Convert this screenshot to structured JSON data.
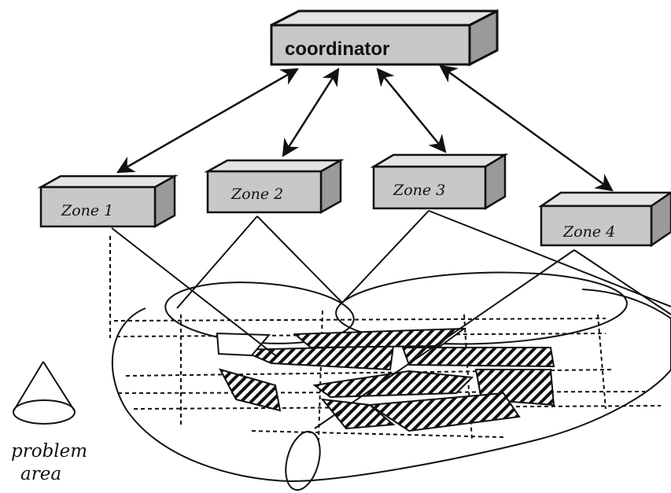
{
  "coordinator": {
    "label": "coordinator"
  },
  "zones": [
    {
      "label": "Zone 1"
    },
    {
      "label": "Zone 2"
    },
    {
      "label": "Zone 3"
    },
    {
      "label": "Zone 4"
    }
  ],
  "legend": {
    "line1": "problem",
    "line2": "area"
  },
  "colors": {
    "box_front": "#c8c8c8",
    "box_top": "#e4e4e4",
    "box_side": "#9a9a9a",
    "stroke": "#111111"
  }
}
